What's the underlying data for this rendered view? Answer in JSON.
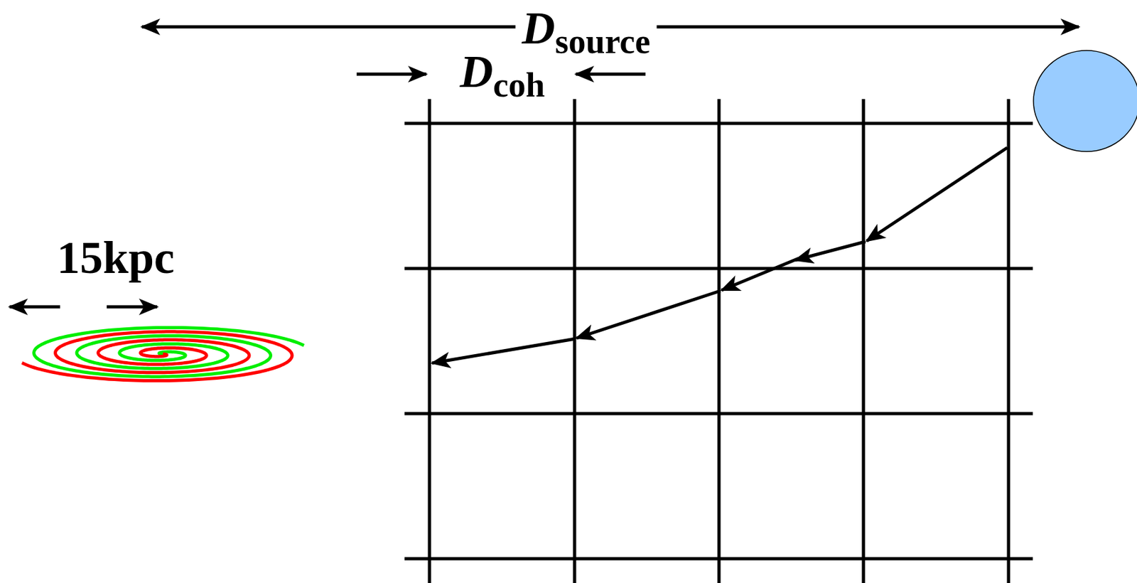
{
  "diagram": {
    "labels": [
      "D",
      "source",
      "D",
      "coh",
      "15kpc"
    ]
  }
}
